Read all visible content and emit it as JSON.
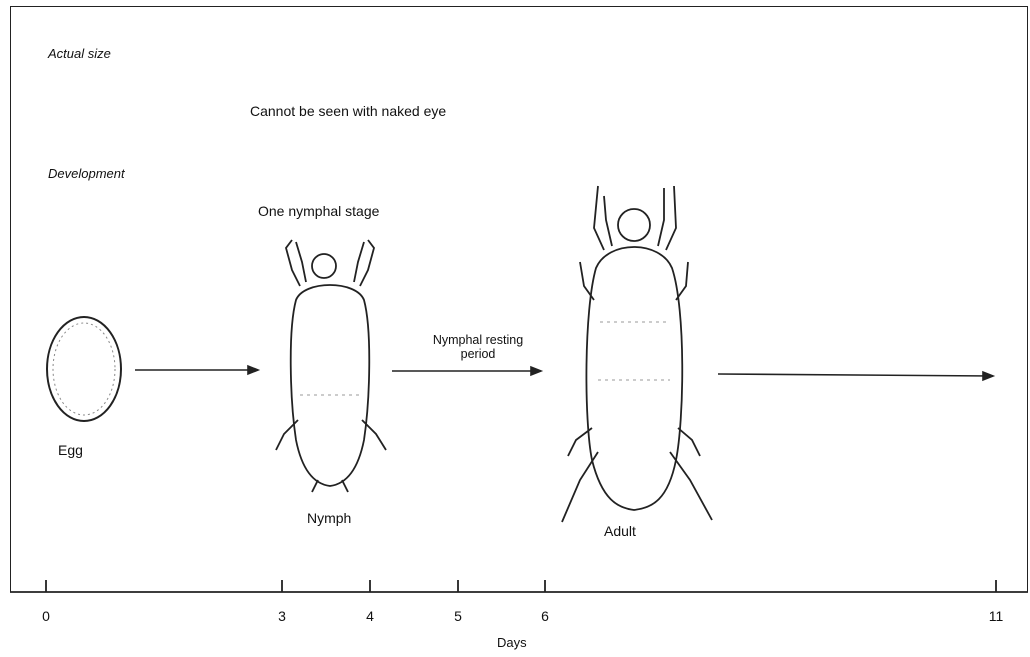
{
  "sections": {
    "actual_size": "Actual size",
    "development": "Development"
  },
  "notes": {
    "naked_eye": "Cannot be seen with naked eye",
    "one_nymphal_stage": "One nymphal stage",
    "nymphal_resting_line1": "Nymphal resting",
    "nymphal_resting_line2": "period"
  },
  "stages": {
    "egg": "Egg",
    "nymph": "Nymph",
    "adult": "Adult"
  },
  "axis": {
    "label": "Days",
    "ticks": [
      "0",
      "3",
      "4",
      "5",
      "6",
      "11"
    ]
  }
}
